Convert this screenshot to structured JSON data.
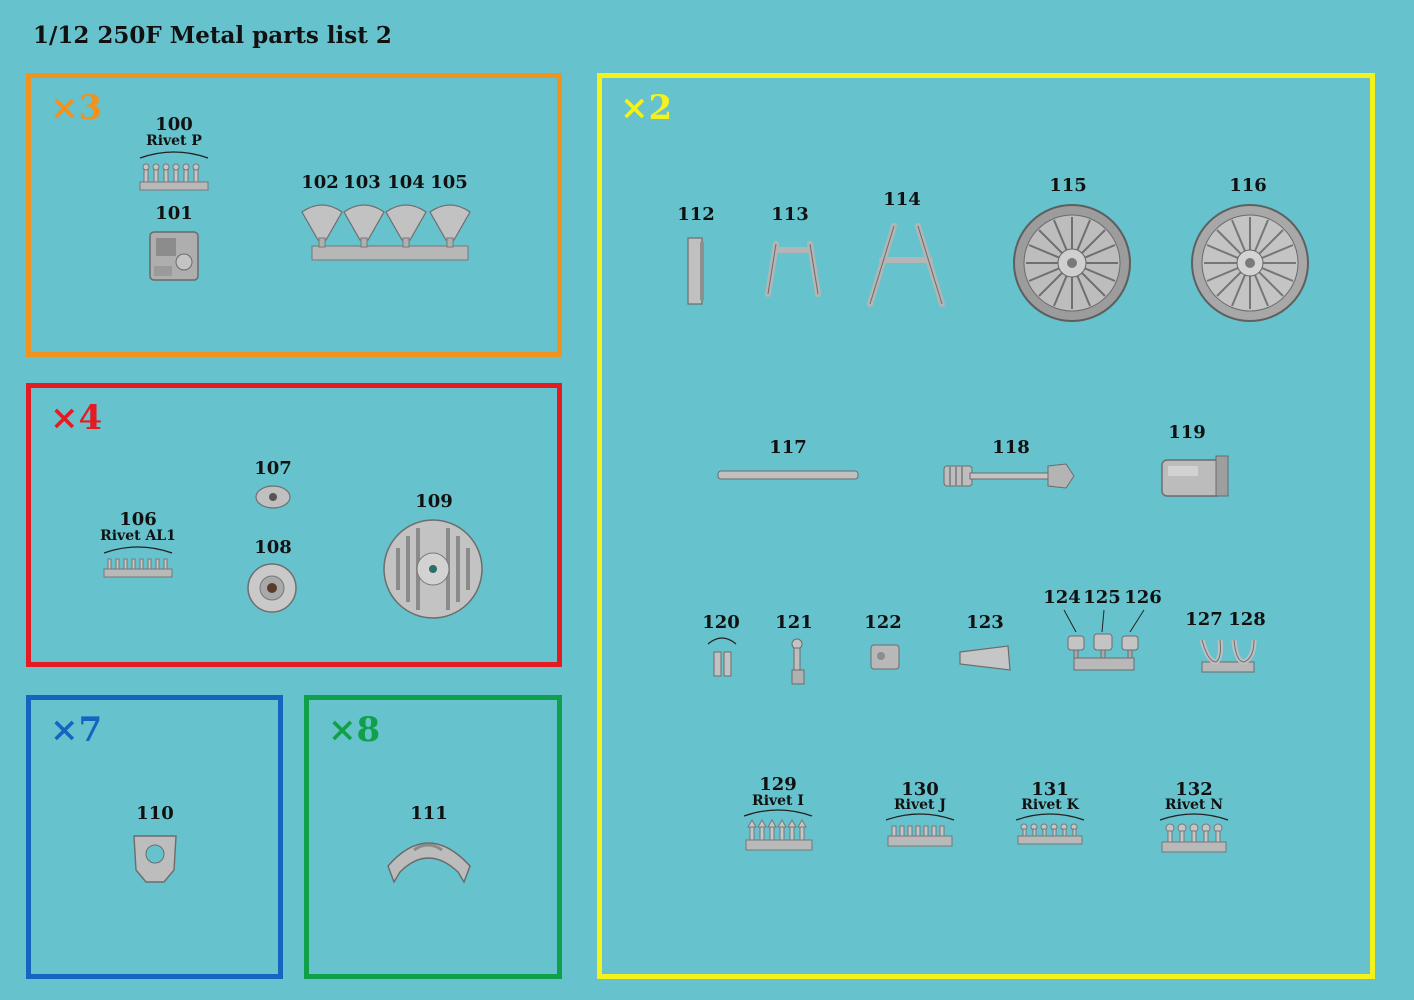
{
  "title": "1/12 250F Metal parts list 2",
  "colors": {
    "background": "#66c2cc",
    "orange": "#f0921e",
    "red": "#e31b23",
    "blue": "#1565c0",
    "green": "#11a04a",
    "yellow": "#f4f21a",
    "metal": "#b9b9b9"
  },
  "groups": {
    "orange": {
      "multiplier": "×3",
      "parts": {
        "p100": "100",
        "p100_sub": "Rivet P",
        "p101": "101",
        "p102": "102",
        "p103": "103",
        "p104": "104",
        "p105": "105"
      }
    },
    "red": {
      "multiplier": "×4",
      "parts": {
        "p106": "106",
        "p106_sub": "Rivet AL1",
        "p107": "107",
        "p108": "108",
        "p109": "109"
      }
    },
    "blue": {
      "multiplier": "×7",
      "parts": {
        "p110": "110"
      }
    },
    "green": {
      "multiplier": "×8",
      "parts": {
        "p111": "111"
      }
    },
    "yellow": {
      "multiplier": "×2",
      "parts": {
        "p112": "112",
        "p113": "113",
        "p114": "114",
        "p115": "115",
        "p116": "116",
        "p117": "117",
        "p118": "118",
        "p119": "119",
        "p120": "120",
        "p121": "121",
        "p122": "122",
        "p123": "123",
        "p124": "124",
        "p125": "125",
        "p126": "126",
        "p127": "127",
        "p128": "128",
        "p129": "129",
        "p129_sub": "Rivet I",
        "p130": "130",
        "p130_sub": "Rivet J",
        "p131": "131",
        "p131_sub": "Rivet K",
        "p132": "132",
        "p132_sub": "Rivet N"
      }
    }
  }
}
